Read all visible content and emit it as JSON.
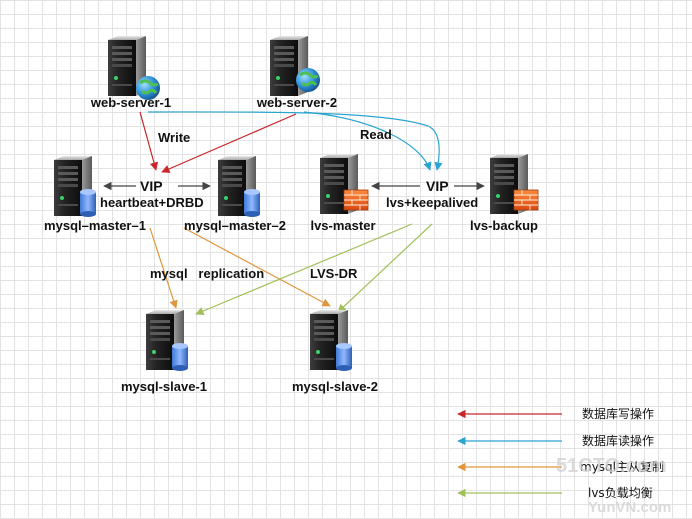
{
  "colors": {
    "write": "#c8262a",
    "read": "#2aa5d0",
    "replication": "#e1963b",
    "lvs": "#a2c05a",
    "link": "#444444"
  },
  "icons": {
    "server": "server-icon",
    "globe": "globe-icon",
    "database": "database-icon",
    "firewall": "firewall-icon"
  },
  "nodes": {
    "web1": "web-server-1",
    "web2": "web-server-2",
    "master1": "mysql–master–1",
    "master2": "mysql–master–2",
    "lvs_master": "lvs-master",
    "lvs_backup": "lvs-backup",
    "slave1": "mysql-slave-1",
    "slave2": "mysql-slave-2"
  },
  "edge_labels": {
    "write": "Write",
    "read": "Read",
    "vip_mysql": "VIP",
    "heartbeat": "heartbeat+DRBD",
    "vip_lvs": "VIP",
    "keepalived": "lvs+keepalived",
    "replication": "mysql   replication",
    "lvs_dr": "LVS-DR"
  },
  "legend": [
    {
      "label": "数据库写操作",
      "color": "#c8262a"
    },
    {
      "label": "数据库读操作",
      "color": "#2aa5d0"
    },
    {
      "label": "mysql主从复制",
      "color": "#e1963b"
    },
    {
      "label": "lvs负载均衡",
      "color": "#a2c05a"
    }
  ],
  "watermark": {
    "line1": "51CTO.com",
    "line2": "YunVN.com"
  }
}
